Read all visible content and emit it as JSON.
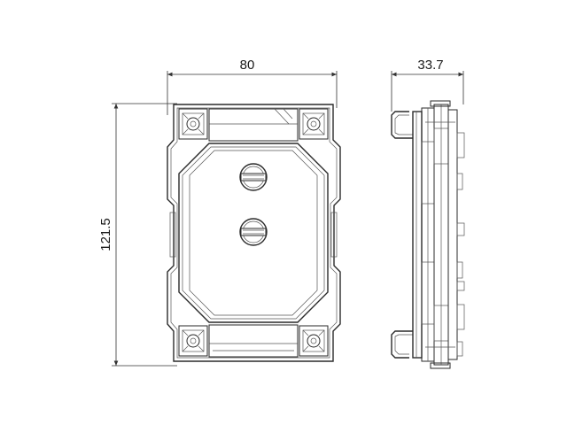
{
  "dimensions": {
    "width": "80",
    "height": "121.5",
    "depth": "33.7"
  }
}
